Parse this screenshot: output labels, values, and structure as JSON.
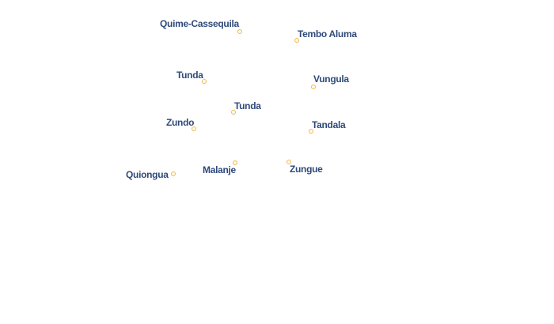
{
  "map": {
    "places": [
      {
        "name": "Quime-Cassequila"
      },
      {
        "name": "Tembo Aluma"
      },
      {
        "name": "Tunda"
      },
      {
        "name": "Vungula"
      },
      {
        "name": "Tunda"
      },
      {
        "name": "Zundo"
      },
      {
        "name": "Tandala"
      },
      {
        "name": "Quiongua"
      },
      {
        "name": "Malanje"
      },
      {
        "name": "Zungue"
      }
    ],
    "colors": {
      "marker": "#f0b84e",
      "label": "#2f4a7a",
      "halo": "#ffffff",
      "background": "#ffffff"
    }
  }
}
